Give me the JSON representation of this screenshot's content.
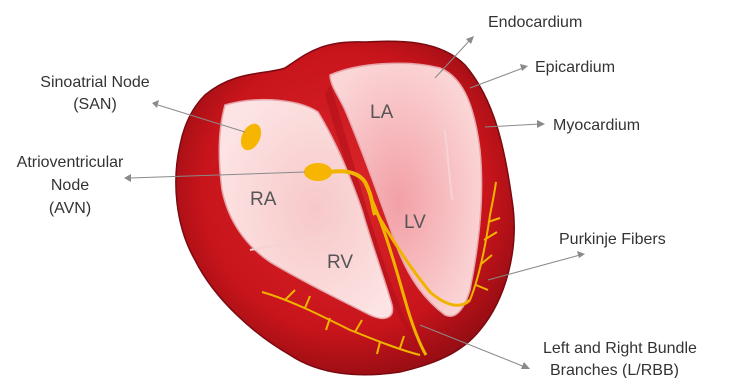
{
  "colors": {
    "outer_dark": "#8e0c12",
    "outer_mid": "#c8141b",
    "outer_light": "#d9262a",
    "chamber_fill": "#f7c8c9",
    "chamber_center": "#f2a0a6",
    "node_fill": "#f6b500",
    "fiber_stroke": "#f0b400",
    "label_text": "#333333",
    "pointer_line": "#8a8a8a"
  },
  "chambers": {
    "la": "LA",
    "ra": "RA",
    "lv": "LV",
    "rv": "RV"
  },
  "labels": {
    "endocardium": "Endocardium",
    "epicardium": "Epicardium",
    "myocardium": "Myocardium",
    "san": [
      "Sinoatrial Node",
      "(SAN)"
    ],
    "avn": [
      "Atrioventricular",
      "Node",
      "(AVN)"
    ],
    "purkinje": "Purkinje Fibers",
    "bundle": [
      "Left and Right Bundle",
      "Branches (L/RBB)"
    ]
  }
}
